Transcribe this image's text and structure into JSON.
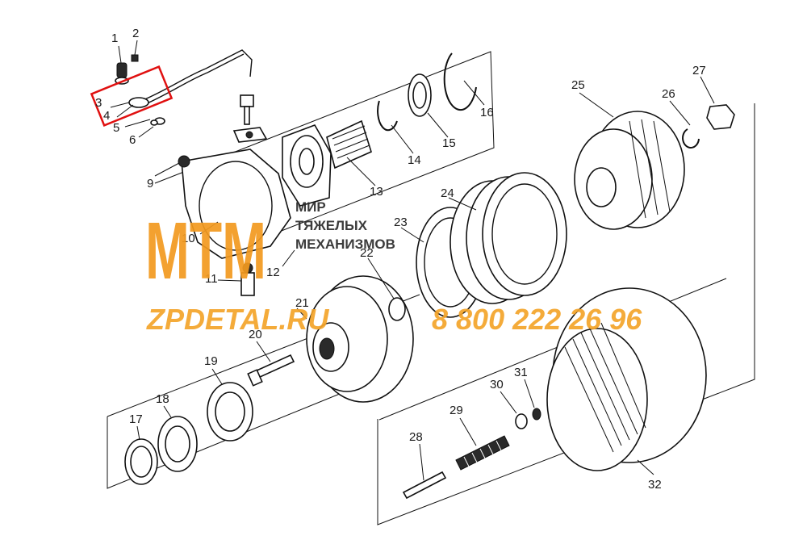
{
  "labels": [
    "1",
    "2",
    "3",
    "4",
    "5",
    "6",
    "9",
    "10",
    "11",
    "12",
    "13",
    "14",
    "15",
    "16",
    "17",
    "18",
    "19",
    "20",
    "21",
    "22",
    "23",
    "24",
    "25",
    "26",
    "27",
    "28",
    "29",
    "30",
    "31",
    "32"
  ],
  "logo": {
    "letters": "МТМ",
    "line1": "МИР",
    "line2": "ТЯЖЕЛЫХ",
    "line3": "МЕХАНИЗМОВ"
  },
  "watermark": {
    "site": "ZPDETAL.RU",
    "phone": "8 800 222 26 96"
  },
  "colors": {
    "watermark": "#f4a42a",
    "logo_orange": "#f39a1f",
    "logo_dark": "#3a3a3a",
    "highlight": "#e01010"
  }
}
